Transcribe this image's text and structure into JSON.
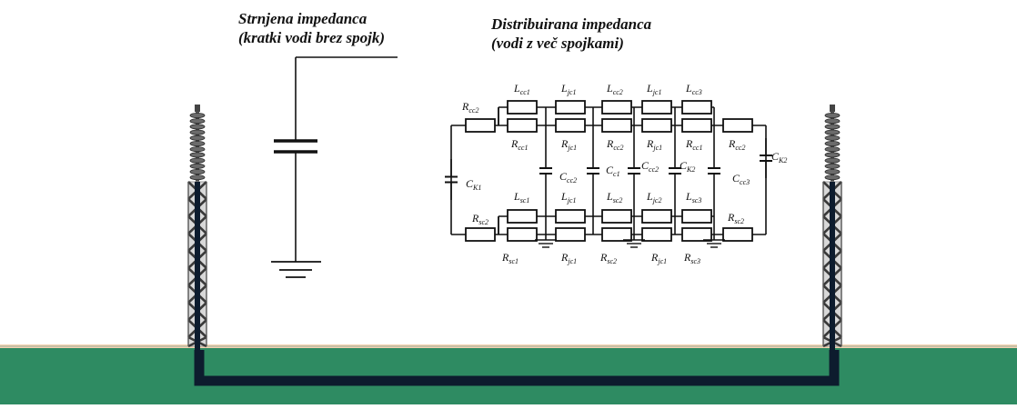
{
  "lumped": {
    "title_line1": "Strnjena impedanca",
    "title_line2": "(kratki vodi brez spojk)"
  },
  "distributed": {
    "title_line1": "Distribuirana impedanca",
    "title_line2": "(vodi z več spojkami)"
  },
  "labels": [
    {
      "base": "L",
      "sub": "cc1"
    },
    {
      "base": "L",
      "sub": "jc1"
    },
    {
      "base": "L",
      "sub": "cc2"
    },
    {
      "base": "L",
      "sub": "jc1"
    },
    {
      "base": "L",
      "sub": "cc3"
    },
    {
      "base": "R",
      "sub": "cc2"
    },
    {
      "base": "R",
      "sub": "cc1"
    },
    {
      "base": "R",
      "sub": "jc1"
    },
    {
      "base": "R",
      "sub": "cc2"
    },
    {
      "base": "R",
      "sub": "jc1"
    },
    {
      "base": "R",
      "sub": "cc1"
    },
    {
      "base": "R",
      "sub": "cc2"
    },
    {
      "base": "C",
      "sub": "K2"
    },
    {
      "base": "C",
      "sub": "K1"
    },
    {
      "base": "C",
      "sub": "cc2"
    },
    {
      "base": "C",
      "sub": "c1"
    },
    {
      "base": "C",
      "sub": "cc2"
    },
    {
      "base": "C",
      "sub": "K2"
    },
    {
      "base": "C",
      "sub": "cc3"
    },
    {
      "base": "L",
      "sub": "sc1"
    },
    {
      "base": "L",
      "sub": "jc1"
    },
    {
      "base": "L",
      "sub": "sc2"
    },
    {
      "base": "L",
      "sub": "jc2"
    },
    {
      "base": "L",
      "sub": "sc3"
    },
    {
      "base": "R",
      "sub": "sc2"
    },
    {
      "base": "R",
      "sub": "sc2"
    },
    {
      "base": "R",
      "sub": "sc1"
    },
    {
      "base": "R",
      "sub": "jc1"
    },
    {
      "base": "R",
      "sub": "sc2"
    },
    {
      "base": "R",
      "sub": "jc1"
    },
    {
      "base": "R",
      "sub": "sc3"
    }
  ],
  "colors": {
    "ground": "#2e8b62",
    "ground_top": "#f2d2b0",
    "cable": "#0d1c2e",
    "tower": "#3a3a3a",
    "wire": "#111111"
  }
}
